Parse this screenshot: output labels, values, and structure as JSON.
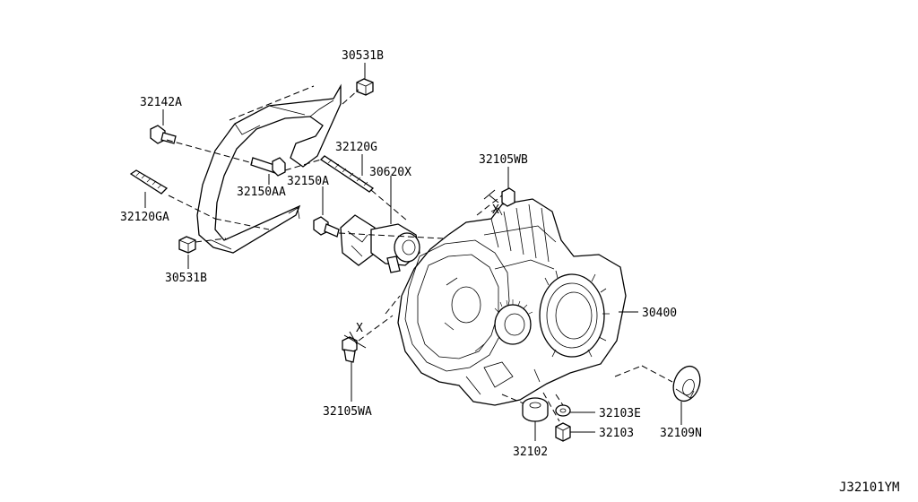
{
  "diagram": {
    "reference_code": "J32101YM",
    "labels": {
      "p30531B_top": "30531B",
      "p32142A": "32142A",
      "p32120G": "32120G",
      "p32105WB": "32105WB",
      "p30620X": "30620X",
      "p32150A": "32150A",
      "p32150AA": "32150AA",
      "p32120GA": "32120GA",
      "p30531B_bot": "30531B",
      "p30400": "30400",
      "p32105WA": "32105WA",
      "p32103E": "32103E",
      "p32103": "32103",
      "p32102": "32102",
      "p32109N": "32109N",
      "x_top": "X",
      "x_left": "X"
    }
  }
}
